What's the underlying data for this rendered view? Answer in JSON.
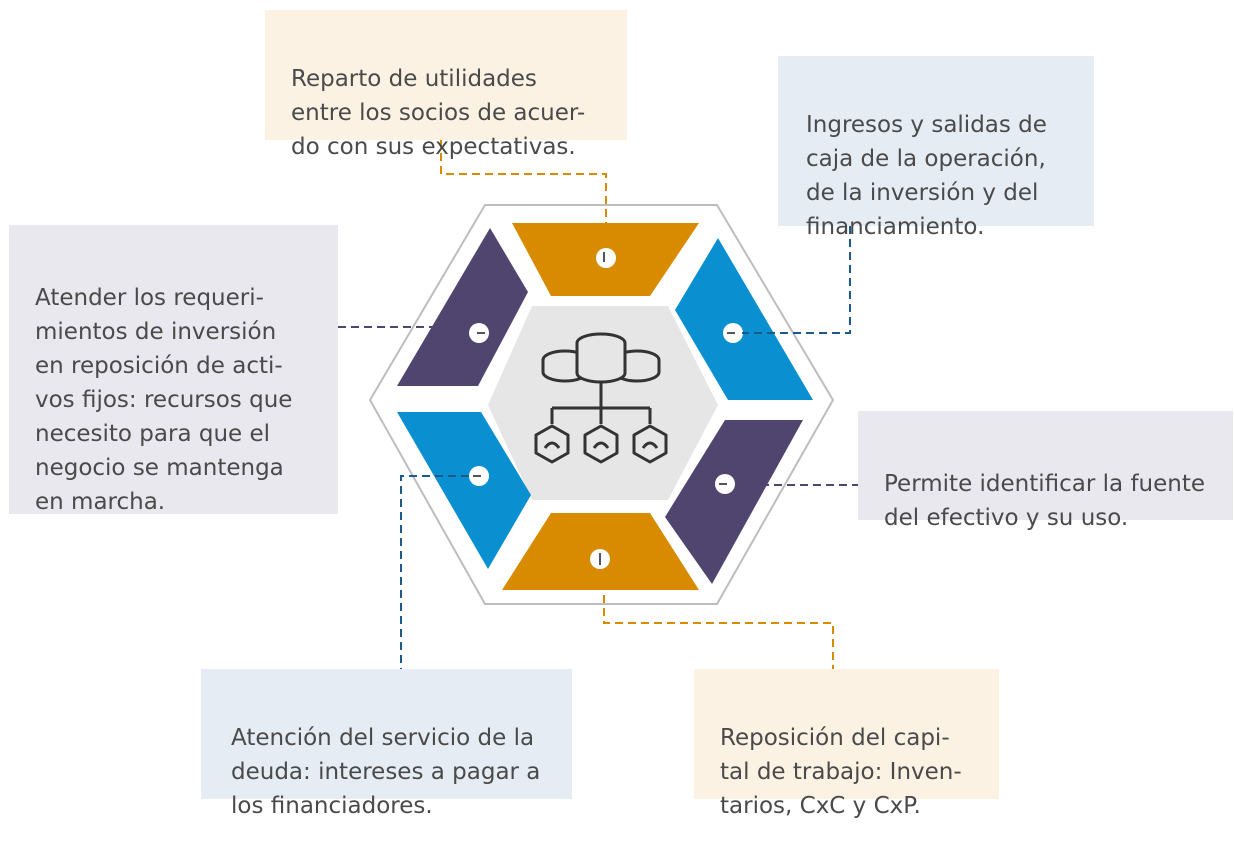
{
  "colors": {
    "orange": "#D98B00",
    "blue": "#0A8FD0",
    "purple": "#4F456E",
    "inner_gray": "#E6E6E6",
    "outline_gray": "#BDBDBD",
    "connector_orange": "#D98B00",
    "connector_blue": "#1C5A8E",
    "connector_purple": "#4F456E",
    "box_cream": "#FBF2E4",
    "box_lightblue": "#E5ECF4",
    "box_lightgray": "#E9E8EE",
    "icon_stroke": "#333333"
  },
  "center_icon": "coins-hierarchy-icon",
  "boxes": {
    "top": "Reparto de utilidades\nentre los socios de acuer-\ndo con sus expectativas.",
    "top_right": "Ingresos y salidas de\ncaja de la operación,\nde la inversión y del\nfinanciamiento.",
    "left": "Atender los requeri-\nmientos de inversión\nen reposición de acti-\nvos fijos: recursos que\nnecesito para que el\nnegocio se mantenga\nen marcha.",
    "right": "Permite identificar la fuente\ndel efectivo y su uso.",
    "bottom_left": "Atención del servicio de la\ndeuda: intereses a pagar a\nlos financiadores.",
    "bottom_right": "Reposición del capi-\ntal de trabajo: Inven-\ntarios, CxC y CxP."
  }
}
